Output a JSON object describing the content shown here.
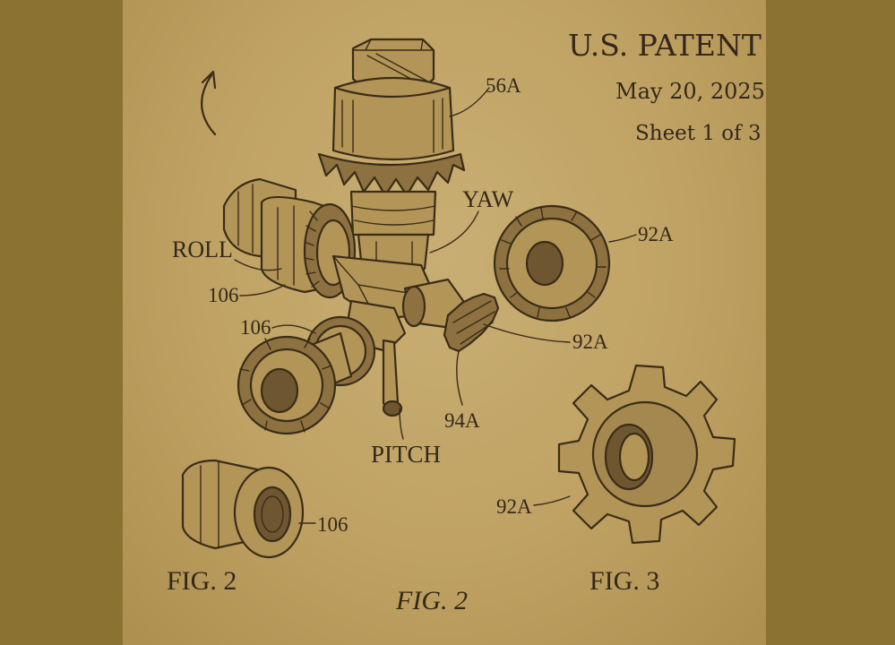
{
  "header": {
    "title": "U.S. PATENT",
    "date": "May 20, 2025",
    "sheet": "Sheet 1 of 3"
  },
  "labels": {
    "ref_56a": "56A",
    "yaw": "YAW",
    "roll": "ROLL",
    "ref_106_roll": "106",
    "ref_106_gear": "106",
    "ref_92a_top": "92A",
    "ref_92a_mid": "92A",
    "ref_94a": "94A",
    "pitch": "PITCH",
    "ref_106_fig2": "106",
    "ref_92a_fig3": "92A"
  },
  "figures": {
    "fig2_left": "FIG. 2",
    "fig2_center": "FIG. 2",
    "fig3": "FIG. 3"
  },
  "colors": {
    "paper": "#c2a568",
    "ink": "#3a2d18",
    "frame": "#8c7232"
  }
}
